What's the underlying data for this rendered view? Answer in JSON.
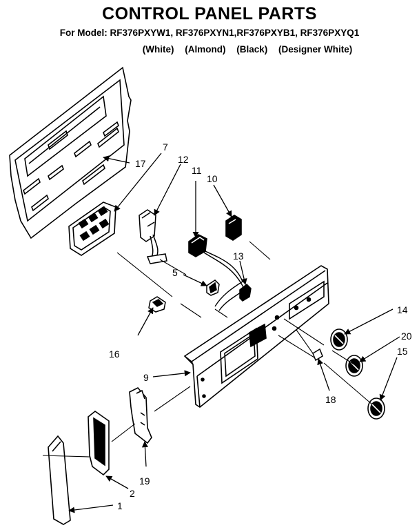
{
  "header": {
    "title": "CONTROL PANEL PARTS",
    "models_prefix": "For Model:",
    "models": "RF376PXYW1, RF376PXYN1,RF376PXYB1, RF376PXYQ1",
    "finishes": [
      "(White)",
      "(Almond)",
      "(Black)",
      "(Designer White)"
    ]
  },
  "callouts": {
    "c1": "1",
    "c2": "2",
    "c5": "5",
    "c7": "7",
    "c9": "9",
    "c10": "10",
    "c11": "11",
    "c12": "12",
    "c13": "13",
    "c14": "14",
    "c15": "15",
    "c16": "16",
    "c17": "17",
    "c18": "18",
    "c19": "19",
    "c20": "20"
  }
}
